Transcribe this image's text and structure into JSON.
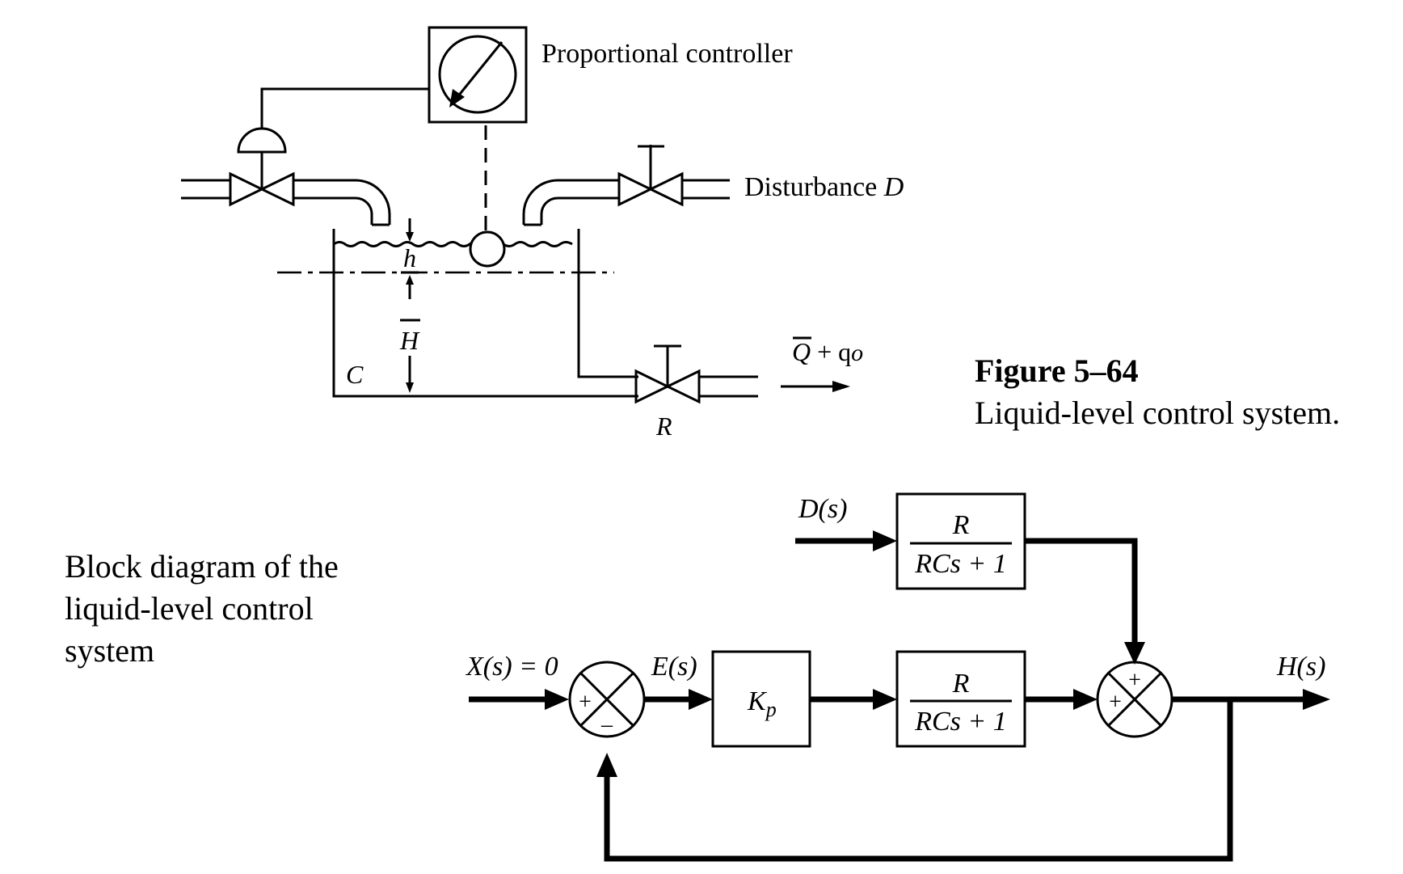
{
  "schematic": {
    "controller_label": "Proportional controller",
    "disturbance_label": "Disturbance ",
    "disturbance_symbol": "D",
    "level_deviation": "h",
    "steady_level": "H",
    "capacitance": "C",
    "resistance": "R",
    "outflow_q": "Q",
    "outflow_rest": " + q",
    "outflow_sub": "o"
  },
  "figure": {
    "number": "Figure 5–64",
    "caption": "Liquid-level control system."
  },
  "block_caption": [
    "Block diagram of the",
    "liquid-level control",
    "system"
  ],
  "block_diagram": {
    "input": "X(s) = 0",
    "error": "E(s)",
    "disturbance_input": "D(s)",
    "output": "H(s)",
    "gain_k": "K",
    "gain_sub": "p",
    "plant_num": "R",
    "plant_den": "RCs + 1",
    "dist_num": "R",
    "dist_den": "RCs + 1",
    "sum1_plus": "+",
    "sum1_minus": "–",
    "sum2_plus_top": "+",
    "sum2_plus_left": "+"
  }
}
